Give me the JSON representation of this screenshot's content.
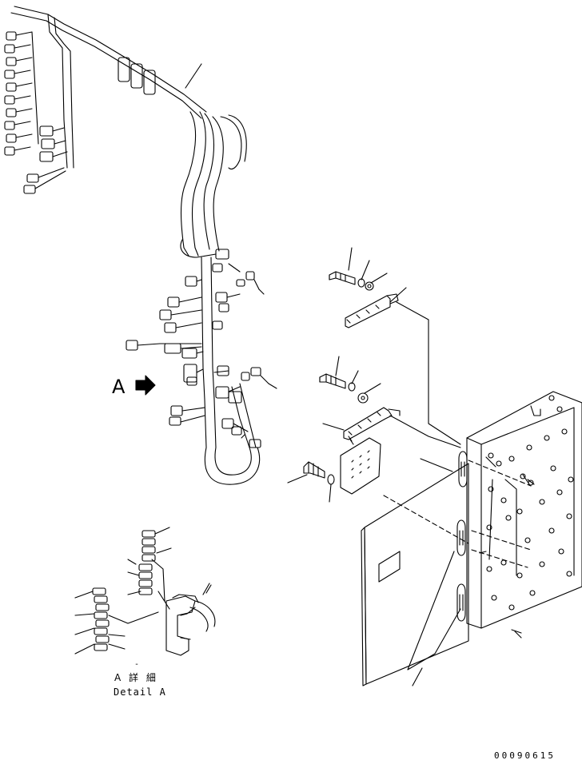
{
  "view_arrow": {
    "label": "A"
  },
  "detail": {
    "dash": "-",
    "title_jp": "A 詳 細",
    "title_en": "Detail A"
  },
  "drawing_number": "00090615",
  "colors": {
    "line": "#000000",
    "background": "#ffffff"
  }
}
